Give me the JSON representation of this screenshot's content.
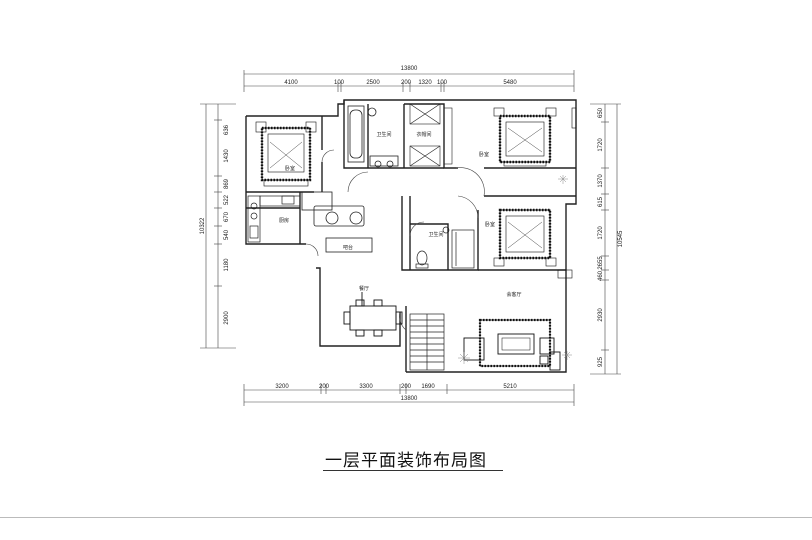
{
  "title": "一层平面装饰布局图",
  "dimensions": {
    "top_total": "13800",
    "top": [
      "4100",
      "100",
      "2500",
      "200",
      "1320",
      "100",
      "5480"
    ],
    "bottom_total": "13800",
    "bottom": [
      "3200",
      "200",
      "3300",
      "200",
      "1690",
      "5210"
    ],
    "left_total": "10322",
    "left": [
      "636",
      "1430",
      "869",
      "522",
      "670",
      "540",
      "1180",
      "2900"
    ],
    "right_total": "10545",
    "right": [
      "650",
      "1720",
      "1370",
      "615",
      "1720",
      "2655",
      "460",
      "2930",
      "925"
    ]
  },
  "rooms": {
    "bedroom_nw": "卧室",
    "bath_1": "卫生间",
    "closet": "衣帽间",
    "bedroom_ne": "卧室",
    "kitchen": "厨房",
    "bar": "吧台",
    "bedroom_e": "卧室",
    "bath_2": "卫生间",
    "dining": "餐厅",
    "living": "会客厅"
  }
}
